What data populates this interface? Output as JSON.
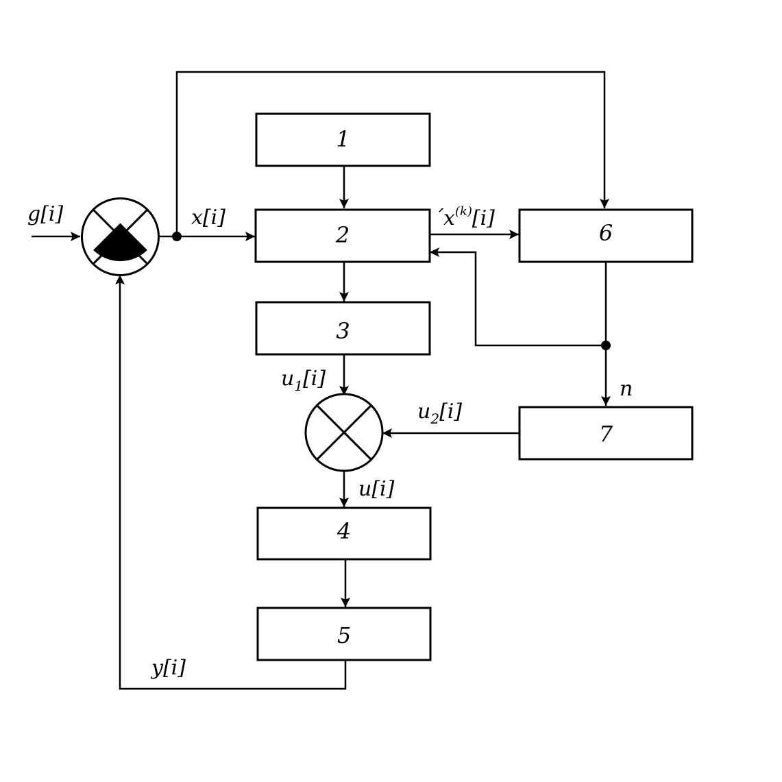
{
  "blocks": {
    "b1": "1",
    "b2": "2",
    "b3": "3",
    "b4": "4",
    "b5": "5",
    "b6": "6",
    "b7": "7"
  },
  "signals": {
    "g": {
      "base": "g",
      "index": "[i]"
    },
    "x": {
      "base": "x",
      "index": "[i]"
    },
    "xk": {
      "accent": "´",
      "base": "x",
      "sup": "(k)",
      "index": "[i]"
    },
    "u1": {
      "base": "u",
      "sub": "1",
      "index": "[i]"
    },
    "u2": {
      "base": "u",
      "sub": "2",
      "index": "[i]"
    },
    "u": {
      "base": "u",
      "index": "[i]"
    },
    "y": {
      "base": "y",
      "index": "[i]"
    },
    "n": "n"
  },
  "colors": {
    "line": "#000000",
    "background": "#ffffff"
  }
}
